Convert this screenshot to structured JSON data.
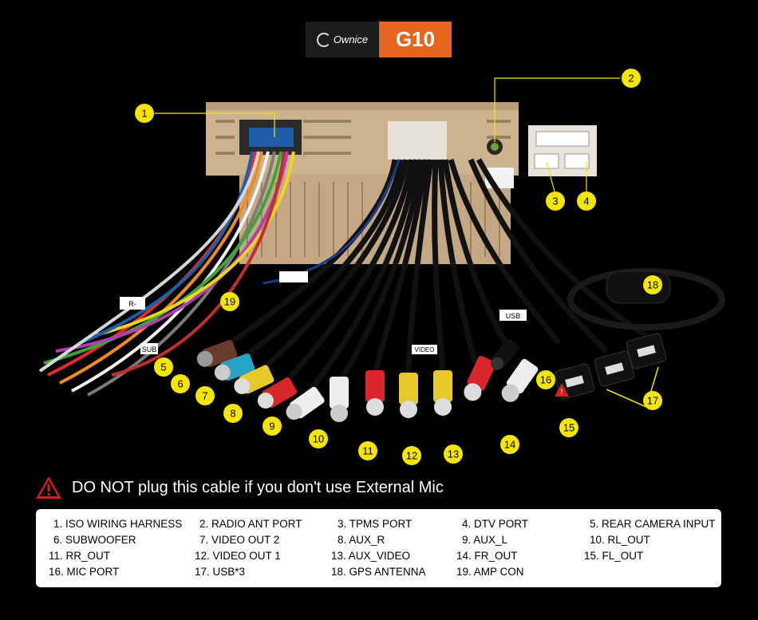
{
  "brand": {
    "logo_text": "Ownice",
    "model": "G10"
  },
  "callouts": [
    "1",
    "2",
    "3",
    "4",
    "5",
    "6",
    "7",
    "8",
    "9",
    "10",
    "11",
    "12",
    "13",
    "14",
    "15",
    "16",
    "17",
    "18",
    "19"
  ],
  "cable_tags": {
    "sub": "SUB",
    "rr": "R-",
    "usb": "USB",
    "video": "VIDEO"
  },
  "warning": {
    "text": "DO NOT plug this cable if you don't use External Mic"
  },
  "legend": [
    [
      "1. ISO WIRING HARNESS",
      "2. RADIO ANT PORT",
      "3. TPMS PORT",
      "4. DTV PORT",
      "5. REAR CAMERA INPUT"
    ],
    [
      "6. SUBWOOFER",
      "7. VIDEO OUT 2",
      "8. AUX_R",
      "9.  AUX_L",
      "10. RL_OUT"
    ],
    [
      "11. RR_OUT",
      "12. VIDEO OUT 1",
      "13. AUX_VIDEO",
      "14. FR_OUT",
      "15. FL_OUT"
    ],
    [
      "16. MIC PORT",
      "17. USB*3",
      "18. GPS ANTENNA",
      "19. AMP CON",
      ""
    ]
  ],
  "colors": {
    "accent": "#e4661d",
    "callout_fill": "#f4e600",
    "warning_red": "#d21f1f",
    "chassis": "#cdb28e"
  }
}
